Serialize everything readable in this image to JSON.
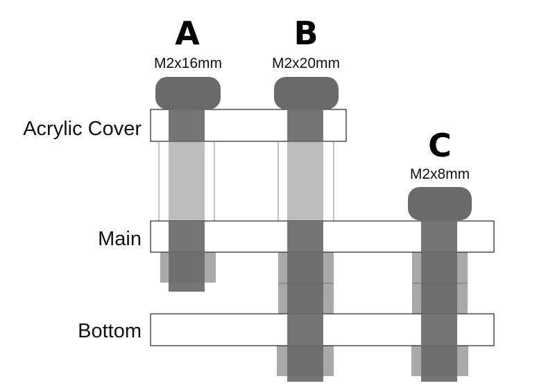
{
  "layers": [
    {
      "key": "acrylic",
      "label": "Acrylic Cover"
    },
    {
      "key": "main",
      "label": "Main"
    },
    {
      "key": "bottom",
      "label": "Bottom"
    }
  ],
  "screws": [
    {
      "letter": "A",
      "size": "M2x16mm"
    },
    {
      "letter": "B",
      "size": "M2x20mm"
    },
    {
      "letter": "C",
      "size": "M2x8mm"
    }
  ],
  "colors": {
    "screw_dark": "#6a6a6a",
    "screw_light": "#bdbdbd",
    "spacer": "#a9a9a9",
    "plate_fill": "#ffffff",
    "plate_stroke": "#222222",
    "standoff_line": "#999999"
  }
}
